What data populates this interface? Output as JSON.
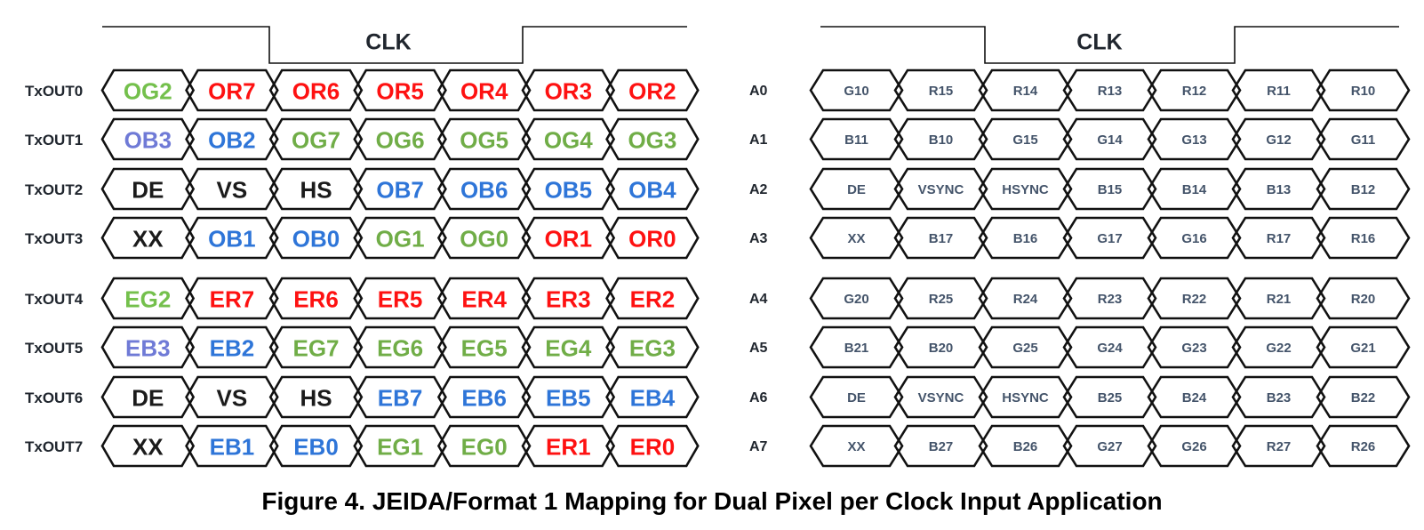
{
  "caption": "Figure 4. JEIDA/Format 1 Mapping for Dual Pixel per Clock Input Application",
  "colors": {
    "r": "#fe1111",
    "g": "#70ad47",
    "g1": "#74c04c",
    "b": "#2e75d8",
    "lb": "#6f7ad6",
    "k": "#1b1b1b",
    "a": "#44546a",
    "line": "#111111",
    "label": "#20262e"
  },
  "left_diagram": {
    "clock_label": "CLK",
    "rows": [
      {
        "label": "TxOUT0",
        "cells": [
          {
            "t": "OG2",
            "c": "g1"
          },
          {
            "t": "OR7",
            "c": "r"
          },
          {
            "t": "OR6",
            "c": "r"
          },
          {
            "t": "OR5",
            "c": "r"
          },
          {
            "t": "OR4",
            "c": "r"
          },
          {
            "t": "OR3",
            "c": "r"
          },
          {
            "t": "OR2",
            "c": "r"
          }
        ]
      },
      {
        "label": "TxOUT1",
        "cells": [
          {
            "t": "OB3",
            "c": "lb"
          },
          {
            "t": "OB2",
            "c": "b"
          },
          {
            "t": "OG7",
            "c": "g"
          },
          {
            "t": "OG6",
            "c": "g"
          },
          {
            "t": "OG5",
            "c": "g"
          },
          {
            "t": "OG4",
            "c": "g"
          },
          {
            "t": "OG3",
            "c": "g"
          }
        ]
      },
      {
        "label": "TxOUT2",
        "cells": [
          {
            "t": "DE",
            "c": "k"
          },
          {
            "t": "VS",
            "c": "k"
          },
          {
            "t": "HS",
            "c": "k"
          },
          {
            "t": "OB7",
            "c": "b"
          },
          {
            "t": "OB6",
            "c": "b"
          },
          {
            "t": "OB5",
            "c": "b"
          },
          {
            "t": "OB4",
            "c": "b"
          }
        ]
      },
      {
        "label": "TxOUT3",
        "cells": [
          {
            "t": "XX",
            "c": "k"
          },
          {
            "t": "OB1",
            "c": "b"
          },
          {
            "t": "OB0",
            "c": "b"
          },
          {
            "t": "OG1",
            "c": "g"
          },
          {
            "t": "OG0",
            "c": "g"
          },
          {
            "t": "OR1",
            "c": "r"
          },
          {
            "t": "OR0",
            "c": "r"
          }
        ]
      },
      {
        "label": "TxOUT4",
        "cells": [
          {
            "t": "EG2",
            "c": "g1"
          },
          {
            "t": "ER7",
            "c": "r"
          },
          {
            "t": "ER6",
            "c": "r"
          },
          {
            "t": "ER5",
            "c": "r"
          },
          {
            "t": "ER4",
            "c": "r"
          },
          {
            "t": "ER3",
            "c": "r"
          },
          {
            "t": "ER2",
            "c": "r"
          }
        ]
      },
      {
        "label": "TxOUT5",
        "cells": [
          {
            "t": "EB3",
            "c": "lb"
          },
          {
            "t": "EB2",
            "c": "b"
          },
          {
            "t": "EG7",
            "c": "g"
          },
          {
            "t": "EG6",
            "c": "g"
          },
          {
            "t": "EG5",
            "c": "g"
          },
          {
            "t": "EG4",
            "c": "g"
          },
          {
            "t": "EG3",
            "c": "g"
          }
        ]
      },
      {
        "label": "TxOUT6",
        "cells": [
          {
            "t": "DE",
            "c": "k"
          },
          {
            "t": "VS",
            "c": "k"
          },
          {
            "t": "HS",
            "c": "k"
          },
          {
            "t": "EB7",
            "c": "b"
          },
          {
            "t": "EB6",
            "c": "b"
          },
          {
            "t": "EB5",
            "c": "b"
          },
          {
            "t": "EB4",
            "c": "b"
          }
        ]
      },
      {
        "label": "TxOUT7",
        "cells": [
          {
            "t": "XX",
            "c": "k"
          },
          {
            "t": "EB1",
            "c": "b"
          },
          {
            "t": "EB0",
            "c": "b"
          },
          {
            "t": "EG1",
            "c": "g"
          },
          {
            "t": "EG0",
            "c": "g"
          },
          {
            "t": "ER1",
            "c": "r"
          },
          {
            "t": "ER0",
            "c": "r"
          }
        ]
      }
    ]
  },
  "right_diagram": {
    "clock_label": "CLK",
    "cell_color": "a",
    "rows": [
      {
        "label": "A0",
        "cells": [
          "G10",
          "R15",
          "R14",
          "R13",
          "R12",
          "R11",
          "R10"
        ]
      },
      {
        "label": "A1",
        "cells": [
          "B11",
          "B10",
          "G15",
          "G14",
          "G13",
          "G12",
          "G11"
        ]
      },
      {
        "label": "A2",
        "cells": [
          "DE",
          "VSYNC",
          "HSYNC",
          "B15",
          "B14",
          "B13",
          "B12"
        ]
      },
      {
        "label": "A3",
        "cells": [
          "XX",
          "B17",
          "B16",
          "G17",
          "G16",
          "R17",
          "R16"
        ]
      },
      {
        "label": "A4",
        "cells": [
          "G20",
          "R25",
          "R24",
          "R23",
          "R22",
          "R21",
          "R20"
        ]
      },
      {
        "label": "A5",
        "cells": [
          "B21",
          "B20",
          "G25",
          "G24",
          "G23",
          "G22",
          "G21"
        ]
      },
      {
        "label": "A6",
        "cells": [
          "DE",
          "VSYNC",
          "HSYNC",
          "B25",
          "B24",
          "B23",
          "B22"
        ]
      },
      {
        "label": "A7",
        "cells": [
          "XX",
          "B27",
          "B26",
          "G27",
          "G26",
          "R27",
          "R26"
        ]
      }
    ]
  }
}
